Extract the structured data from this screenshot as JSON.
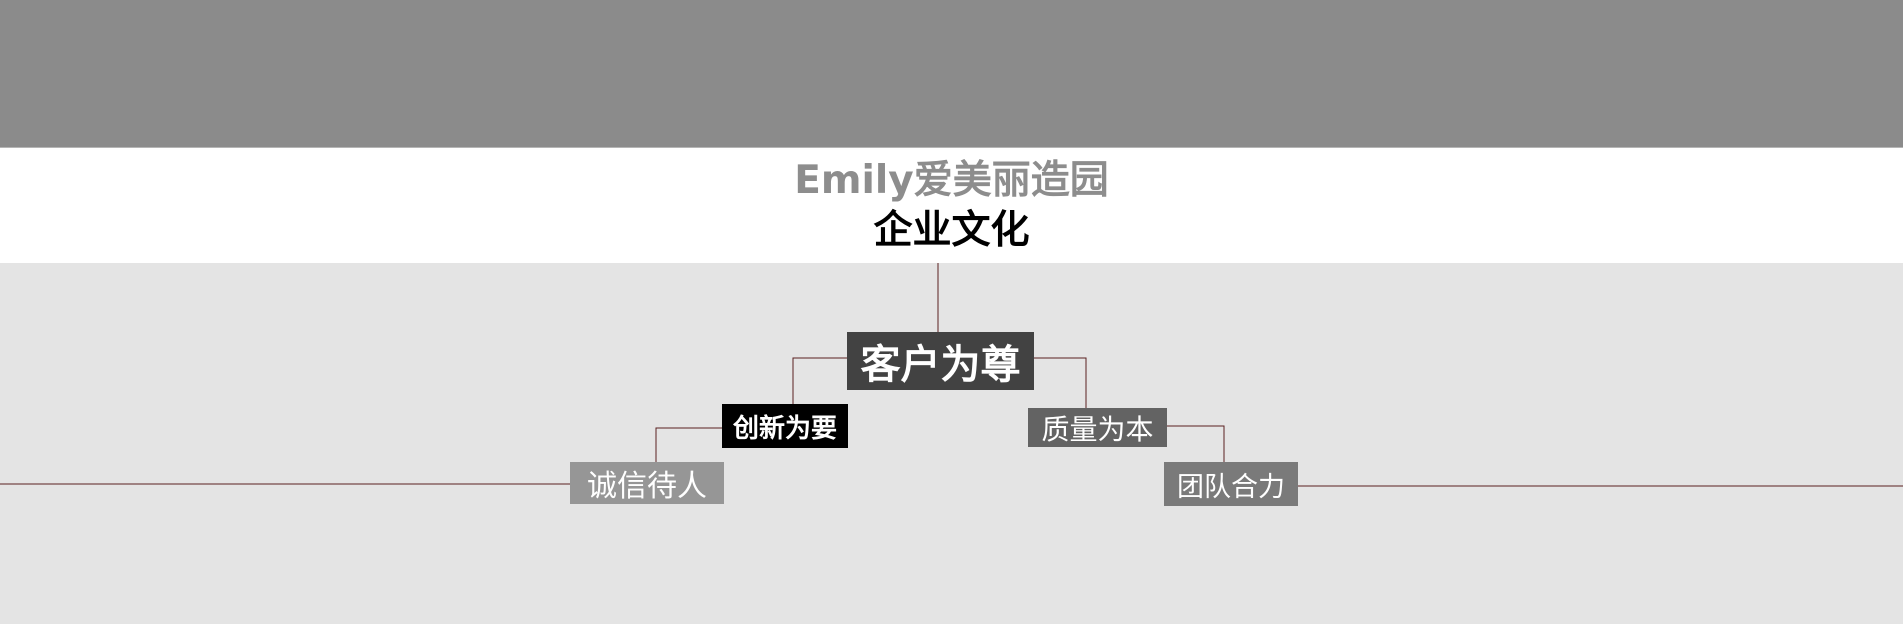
{
  "header": {
    "brand": "Emily爱美丽造园",
    "section_title": "企业文化"
  },
  "diagram": {
    "root": "客户为尊",
    "nodes": [
      {
        "id": "innovation",
        "label": "创新为要"
      },
      {
        "id": "quality",
        "label": "质量为本"
      },
      {
        "id": "integrity",
        "label": "诚信待人"
      },
      {
        "id": "team",
        "label": "团队合力"
      }
    ]
  },
  "colors": {
    "top_band": "#8b8b8b",
    "background": "#e4e4e4",
    "connector": "#5a1f1f",
    "root_box": "#424242",
    "innovation_box": "#000000",
    "quality_box": "#636363",
    "integrity_box": "#969696",
    "team_box": "#7a7a7a"
  }
}
